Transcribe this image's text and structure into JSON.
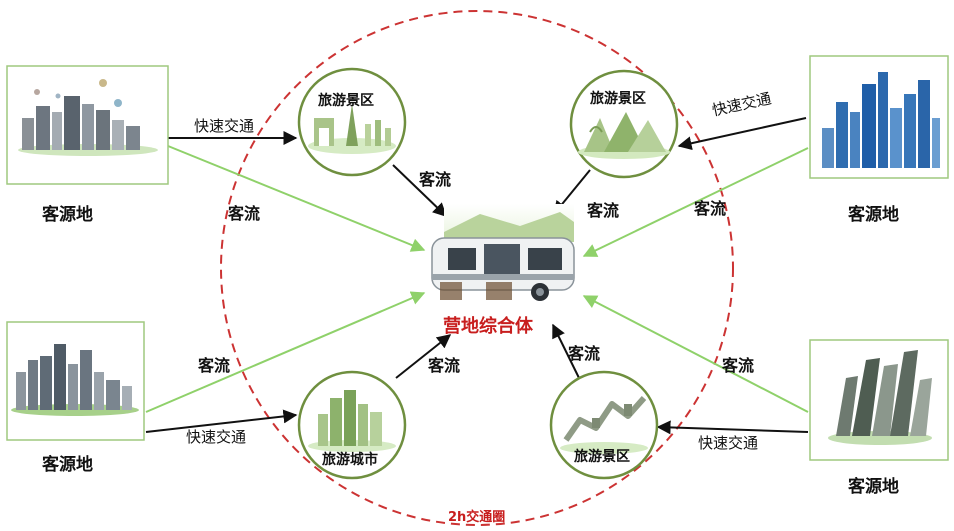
{
  "colors": {
    "ring": "#cc3333",
    "green": "#8fd16a",
    "node_border": "#6f8f3f",
    "card_border": "#9fc97f",
    "center_text": "#c81e1e",
    "arrow_black": "#111111"
  },
  "ring_label": "2h交通圈",
  "center": {
    "label": "营地综合体",
    "icon": "camper-trailer-icon"
  },
  "origins": [
    {
      "label": "客源地",
      "icon": "city-skyline-balloons-icon"
    },
    {
      "label": "客源地",
      "icon": "blue-skyscrapers-icon"
    },
    {
      "label": "客源地",
      "icon": "city-skyline-icon"
    },
    {
      "label": "客源地",
      "icon": "twisted-towers-icon"
    }
  ],
  "nodes": [
    {
      "label": "旅游景区",
      "icon": "landmarks-icon"
    },
    {
      "label": "旅游景区",
      "icon": "mountain-scenery-icon"
    },
    {
      "label": "旅游城市",
      "icon": "green-city-icon"
    },
    {
      "label": "旅游景区",
      "icon": "great-wall-icon"
    }
  ],
  "flows": {
    "transport": [
      "快速交通",
      "快速交通",
      "快速交通",
      "快速交通"
    ],
    "visitor": [
      "客流",
      "客流",
      "客流",
      "客流",
      "客流",
      "客流",
      "客流",
      "客流"
    ]
  }
}
